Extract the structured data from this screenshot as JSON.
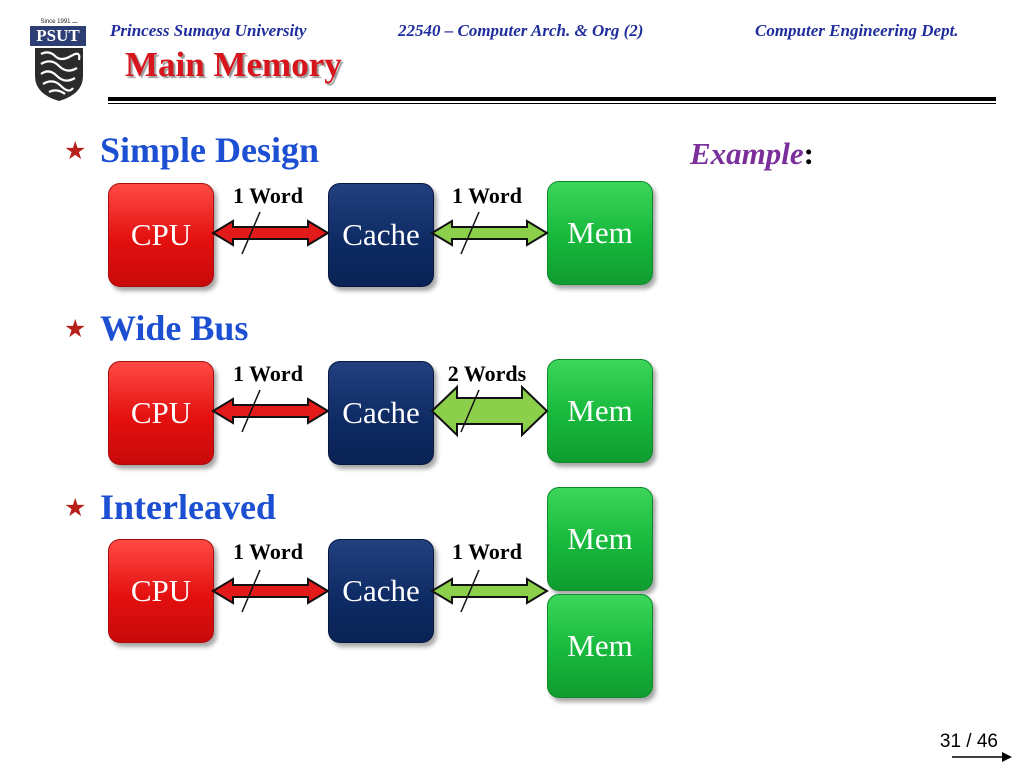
{
  "header": {
    "left": "Princess Sumaya University",
    "center": "22540 – Computer Arch. & Org (2)",
    "right": "Computer Engineering Dept."
  },
  "logo": {
    "since": "Since 1991 ـــ",
    "text": "PSUT"
  },
  "title": "Main Memory",
  "example": {
    "label": "Example",
    "colon": ":"
  },
  "sections": [
    {
      "heading": "Simple Design",
      "cpu": "CPU",
      "cache": "Cache",
      "mems": [
        "Mem"
      ],
      "link1": "1 Word",
      "link2": "1 Word"
    },
    {
      "heading": "Wide Bus",
      "cpu": "CPU",
      "cache": "Cache",
      "mems": [
        "Mem"
      ],
      "link1": "1 Word",
      "link2": "2 Words"
    },
    {
      "heading": "Interleaved",
      "cpu": "CPU",
      "cache": "Cache",
      "mems": [
        "Mem",
        "Mem"
      ],
      "link1": "1 Word",
      "link2": "1 Word"
    }
  ],
  "bullet_icon": "star-icon",
  "colors": {
    "cpu": "#e3100f",
    "cache": "#0d2a63",
    "mem": "#17b83c",
    "heading": "#1c4fd1",
    "title": "#d6161c"
  },
  "footer": {
    "page": "31 / 46"
  }
}
